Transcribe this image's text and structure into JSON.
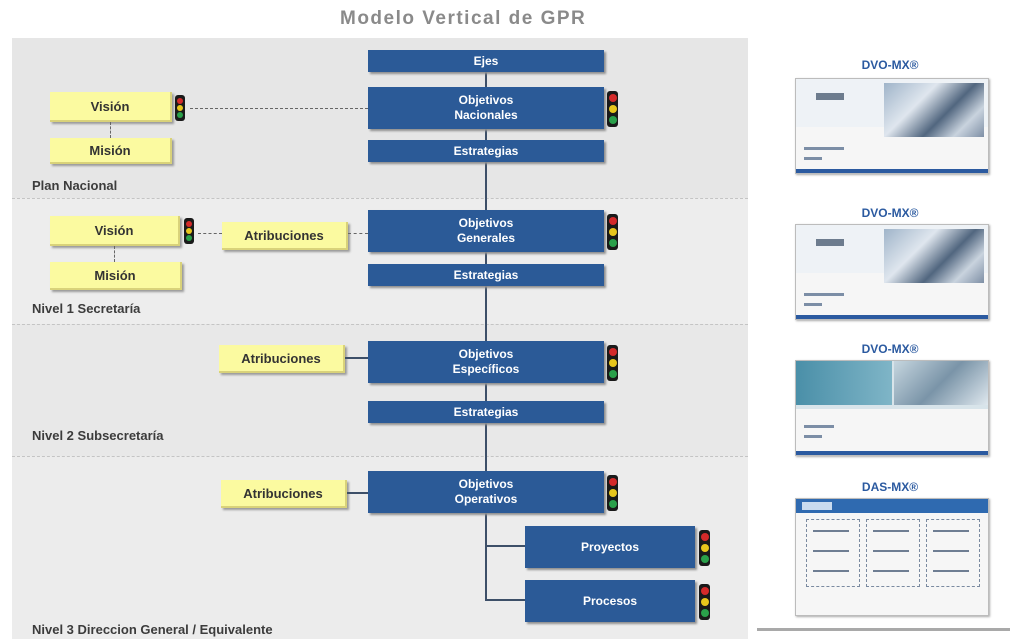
{
  "title": "Modelo Vertical de GPR",
  "levels": {
    "l0": "Plan Nacional",
    "l1": "Nivel 1 Secretaría",
    "l2": "Nivel 2 Subsecretaría",
    "l3": "Nivel 3 Direccion General / Equivalente"
  },
  "boxes": {
    "ejes": "Ejes",
    "obj_nacionales": "Objetivos\nNacionales",
    "estrategias_1": "Estrategias",
    "obj_generales": "Objetivos\nGenerales",
    "estrategias_2": "Estrategias",
    "obj_especificos": "Objetivos\nEspecíficos",
    "estrategias_3": "Estrategias",
    "obj_operativos": "Objetivos\nOperativos",
    "proyectos": "Proyectos",
    "procesos": "Procesos"
  },
  "yellow": {
    "vision_1": "Visión",
    "mision_1": "Misión",
    "vision_2": "Visión",
    "mision_2": "Misión",
    "atribuciones_1": "Atribuciones",
    "atribuciones_2": "Atribuciones",
    "atribuciones_3": "Atribuciones"
  },
  "panel": {
    "label_1": "DVO-MX®",
    "label_2": "DVO-MX®",
    "label_3": "DVO-MX®",
    "label_4": "DAS-MX®"
  },
  "colors": {
    "box_blue": "#2b5a97",
    "yellow": "#fbfaa0",
    "panel_label": "#2b5aa0",
    "light_red": "#d42a2a",
    "light_yellow": "#e8c61c",
    "light_green": "#2aa04a"
  },
  "icons": [
    "traffic-light-icon"
  ]
}
